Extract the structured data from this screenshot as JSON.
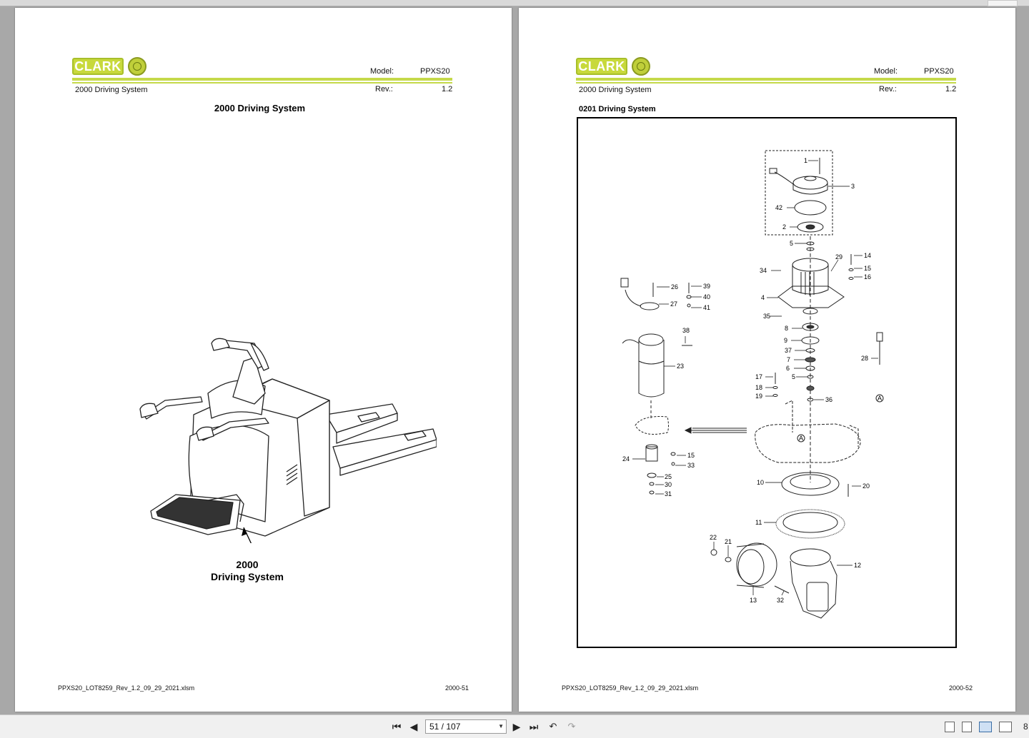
{
  "header": {
    "brand": "CLARK",
    "model_label": "Model:",
    "model_value": "PPXS20",
    "rev_label": "Rev.:",
    "rev_value": "1.2",
    "section": "2000 Driving System"
  },
  "left_page": {
    "title": "2000 Driving System",
    "callout_line1": "2000",
    "callout_line2": "Driving System",
    "footer_file": "PPXS20_LOT8259_Rev_1.2_09_29_2021.xlsm",
    "footer_page": "2000-51"
  },
  "right_page": {
    "title": "0201 Driving System",
    "footer_file": "PPXS20_LOT8259_Rev_1.2_09_29_2021.xlsm",
    "footer_page": "2000-52",
    "part_numbers": [
      "1",
      "3",
      "42",
      "2",
      "5",
      "29",
      "14",
      "15",
      "16",
      "34",
      "4",
      "35",
      "8",
      "9",
      "37",
      "7",
      "6",
      "5",
      "36",
      "28",
      "17",
      "18",
      "19",
      "26",
      "39",
      "40",
      "27",
      "41",
      "38",
      "23",
      "24",
      "15",
      "33",
      "25",
      "30",
      "31",
      "10",
      "20",
      "11",
      "22",
      "21",
      "12",
      "13",
      "32",
      "A",
      "A"
    ]
  },
  "toolbar": {
    "page_indicator": "51 / 107",
    "zoom_partial": "8",
    "icons": [
      "first-page-icon",
      "prev-page-icon",
      "next-page-icon",
      "last-page-icon",
      "go-back-icon",
      "go-forward-icon",
      "single-page-icon",
      "continuous-page-icon",
      "facing-pages-icon",
      "continuous-facing-icon"
    ]
  }
}
